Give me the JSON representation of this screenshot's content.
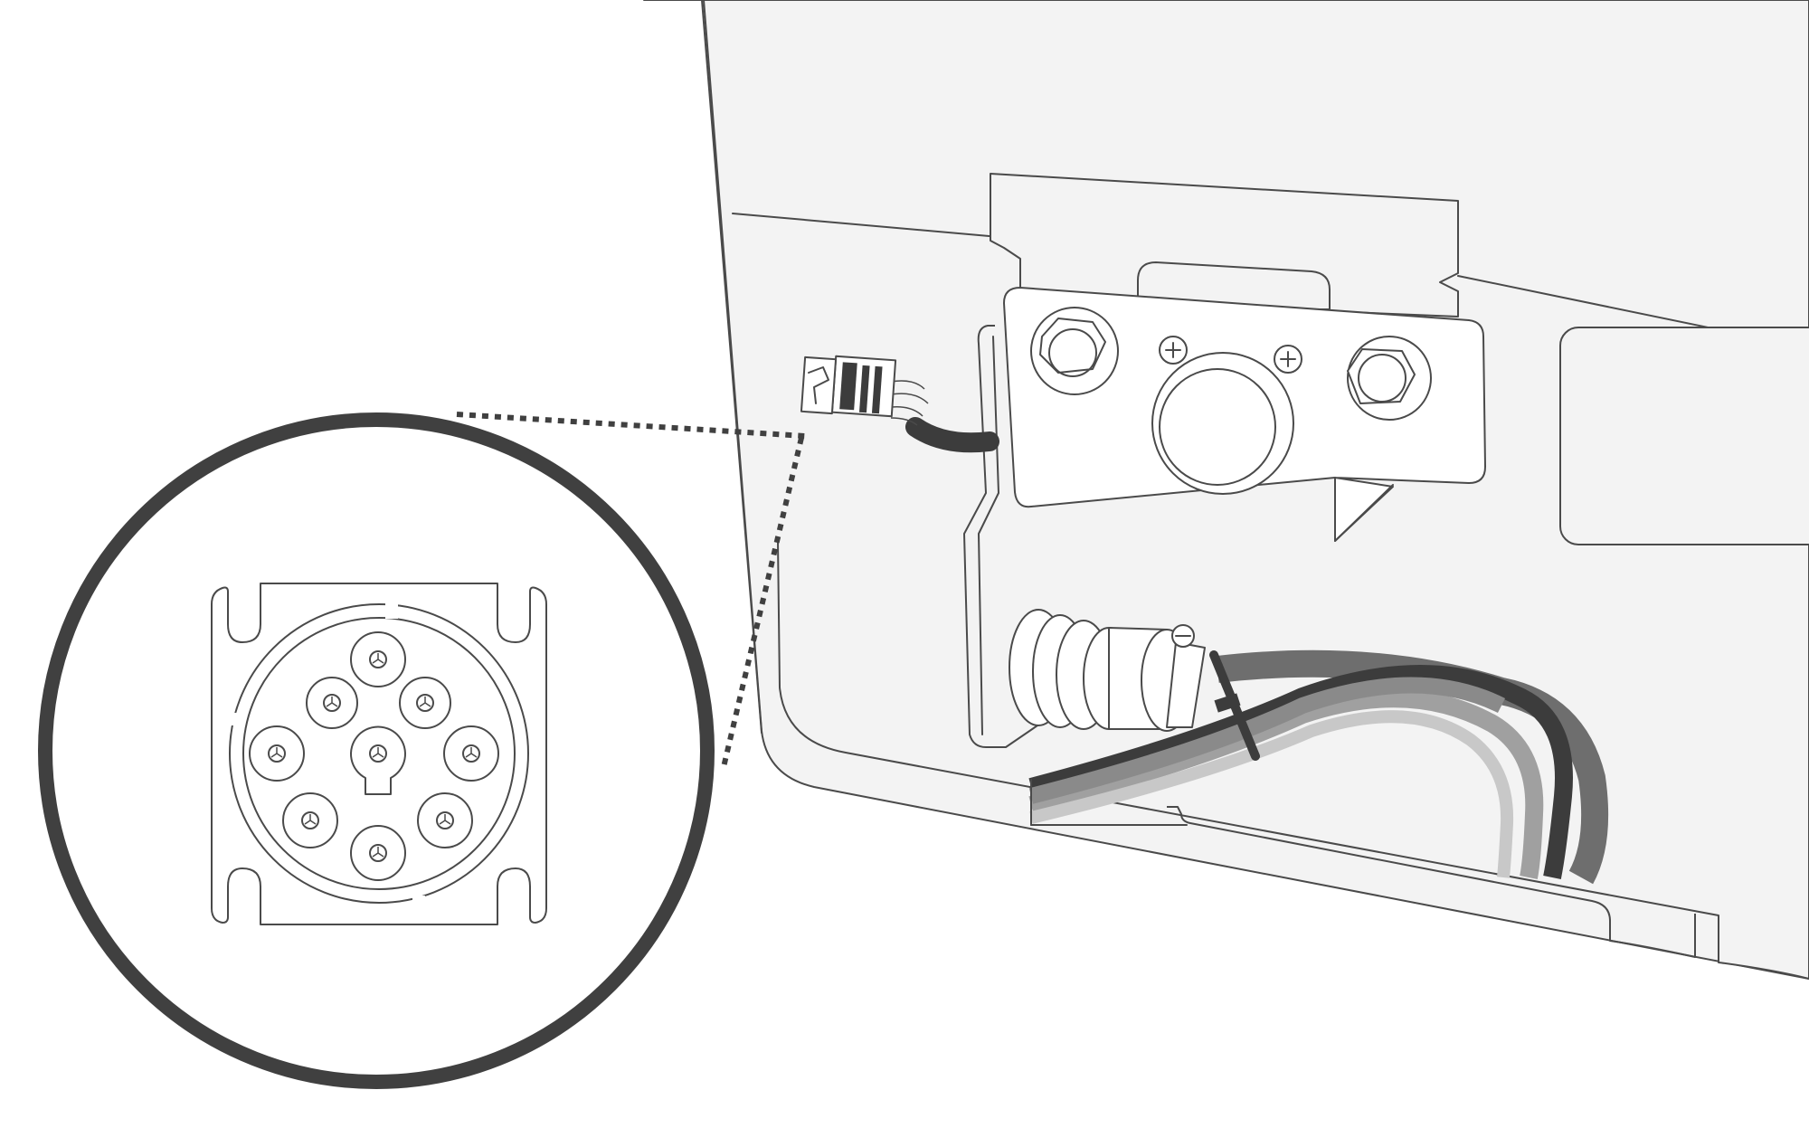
{
  "figure": {
    "subject": "vehicle-charging-inlet-installation",
    "icons": [
      "charging-port-icon",
      "mounting-bolt-icon",
      "cable-tie-icon"
    ],
    "colors": {
      "outline": "#4a4a4a",
      "panel_fill": "#f3f3f3",
      "callout_ring": "#404040",
      "cable_dark": "#3c3c3c",
      "cable_mid": "#6e6e6e",
      "cable_light": "#a0a0a0",
      "cable_pale": "#c8c8c8"
    },
    "callout": {
      "style": "dotted-leader-to-magnified-circle",
      "connector_pin_count": 9
    }
  }
}
